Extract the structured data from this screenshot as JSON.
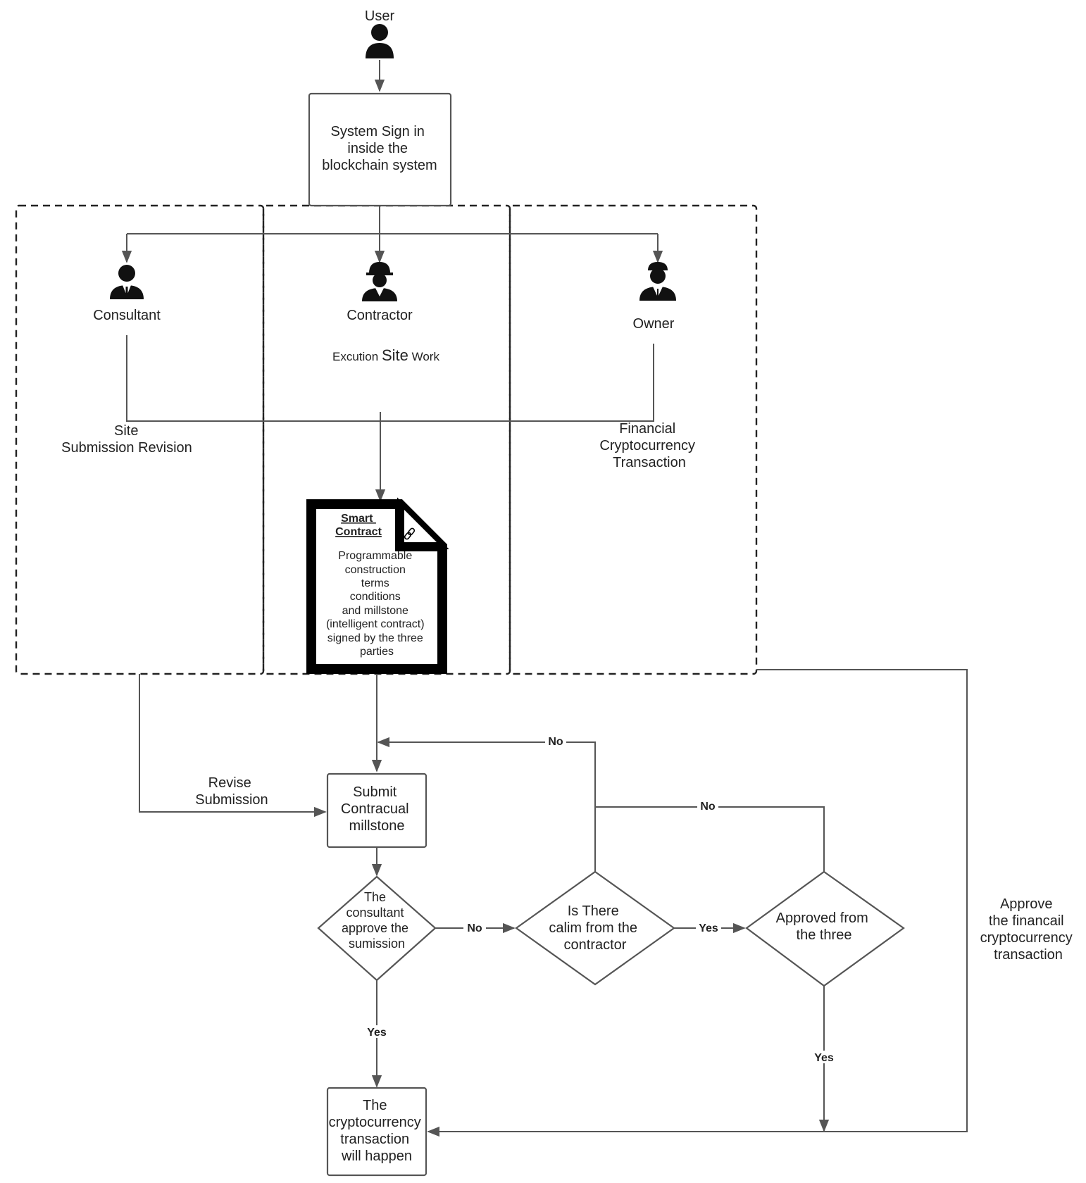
{
  "actors": {
    "user": "User",
    "consultant": "Consultant",
    "contractor": "Contractor",
    "owner": "Owner"
  },
  "nodes": {
    "sign_in": [
      "System Sign in",
      "inside the",
      "blockchain system"
    ],
    "execution_pre": "Excution",
    "execution_site": "Site",
    "execution_post": "Work",
    "site_submission": [
      "Site",
      "Submission Revision"
    ],
    "financial": [
      "Financial",
      "Cryptocurrency",
      "Transaction"
    ],
    "smart_contract_title": [
      "Smart",
      "Contract"
    ],
    "smart_contract_body": [
      "Programmable",
      "construction",
      "terms",
      "conditions",
      "and millstone",
      "(intelligent contract)",
      "signed by the three",
      "parties"
    ],
    "revise_submission": [
      "Revise",
      "Submission"
    ],
    "submit_milestone": [
      "Submit",
      "Contracual",
      "millstone"
    ],
    "consultant_approve": [
      "The",
      "consultant",
      "approve the",
      "sumission"
    ],
    "claim_contractor": [
      "Is There",
      "calim from the",
      "contractor"
    ],
    "approved_three": [
      "Approved from",
      "the three"
    ],
    "approve_financial": [
      "Approve",
      "the financail",
      "cryptocurrency",
      "transaction"
    ],
    "transaction": [
      "The",
      "cryptocurrency",
      "transaction",
      "will happen"
    ]
  },
  "edge_labels": {
    "no": "No",
    "yes": "Yes"
  }
}
